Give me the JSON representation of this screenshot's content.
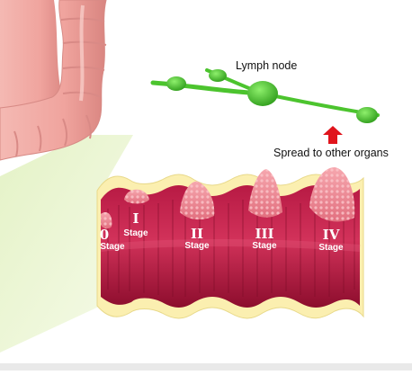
{
  "labels": {
    "lymph_node": "Lymph node",
    "spread": "Spread to other organs"
  },
  "stages": [
    {
      "numeral": "0",
      "word": "Stage"
    },
    {
      "numeral": "I",
      "word": "Stage"
    },
    {
      "numeral": "II",
      "word": "Stage"
    },
    {
      "numeral": "III",
      "word": "Stage"
    },
    {
      "numeral": "IV",
      "word": "Stage"
    }
  ],
  "colors": {
    "colon_skin": "#f0a9a4",
    "colon_shadow": "#d98a86",
    "zoom_fill": "#dfeec0",
    "wall_fat": "#fbefb0",
    "tissue_dark": "#8e0f2f",
    "tissue_mid": "#c0204c",
    "tissue_light": "#e65a7a",
    "tumor": "#f08a95",
    "lymph_green": "#4cc42e",
    "arrow_red": "#e0141c"
  }
}
